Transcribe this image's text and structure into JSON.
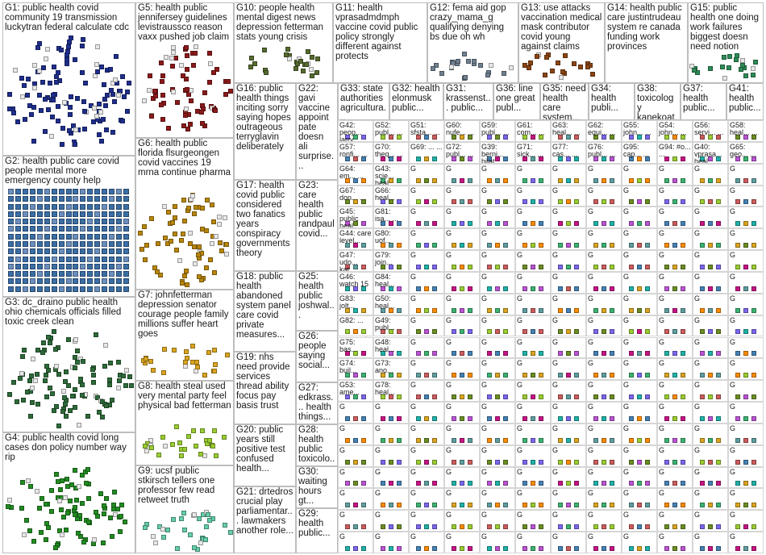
{
  "groups": [
    {
      "id": "G1",
      "text": "G1: public health covid community 19 transmission luckytran federal calculate cdc",
      "color": "#1f2f8c"
    },
    {
      "id": "G5",
      "text": "G5: health public jennifersey guidelines levistrausscо reason vaxx pushed job claim",
      "color": "#8b1a1a"
    },
    {
      "id": "G10",
      "text": "G10: people health mental digest news depression fetterman stats young crisis",
      "color": "#556b2f"
    },
    {
      "id": "G11",
      "text": "G11: health vprasadmdmph vaccine covid public policy strongly different against protects",
      "color": "#6a5acd"
    },
    {
      "id": "G12",
      "text": "G12: fema aid gop crazy_mama_g qualifying denying bs due oh wh",
      "color": "#708090"
    },
    {
      "id": "G13",
      "text": "G13: use attacks vaccination medical mask contributor covid young against claims",
      "color": "#8b4513"
    },
    {
      "id": "G14",
      "text": "G14: health public care justintrudeau system re canada funding work provinces",
      "color": "#4682b4"
    },
    {
      "id": "G15",
      "text": "G15: public health one doing work failures biggest doesn need notion",
      "color": "#2e8b57"
    },
    {
      "id": "G2",
      "text": "G2: health public care covid people mental more emergency county help",
      "color": "#3b6ea5"
    },
    {
      "id": "G6",
      "text": "G6: health public florida flsurgeongen covid vaccines 19 mrna continue pharma",
      "color": "#b8860b"
    },
    {
      "id": "G16",
      "text": "G16: public health things inciting sorry saying hopes outrageous terryglavin deliberately",
      "color": "#9acd32"
    },
    {
      "id": "G22",
      "text": "G22: gavi vaccine appoint pate doesn ali surprise...",
      "color": "#c0c0c0"
    },
    {
      "id": "G33",
      "text": "G33: state authorities agricultura...",
      "color": "#808080"
    },
    {
      "id": "G32",
      "text": "G32: health elonmusk public...",
      "color": "#999999"
    },
    {
      "id": "G31",
      "text": "G31: krassenst... public...",
      "color": "#a9a9a9"
    },
    {
      "id": "G36",
      "text": "G36: line one great publ...",
      "color": "#8fbc8f"
    },
    {
      "id": "G35",
      "text": "G35: need health care system...",
      "color": "#cd853f"
    },
    {
      "id": "G34",
      "text": "G34: health publi...",
      "color": "#b0c4de"
    },
    {
      "id": "G38",
      "text": "G38: toxicology kanekoat...",
      "color": "#bc8f8f"
    },
    {
      "id": "G37",
      "text": "G37: health public...",
      "color": "#deb887"
    },
    {
      "id": "G41",
      "text": "G41: health public...",
      "color": "#d2691e"
    },
    {
      "id": "G3",
      "text": "G3: dc_draino public health ohio chemicals officials filled toxic creek clean",
      "color": "#2e6b3a"
    },
    {
      "id": "G7",
      "text": "G7: johnfetterman depression senator courage people family millions suffer heart goes",
      "color": "#daa520"
    },
    {
      "id": "G17",
      "text": "G17: health covid public considered two fanatics years conspiracy governments theory",
      "color": "#9370db"
    },
    {
      "id": "G23",
      "text": "G23: care health public randpaul covid...",
      "color": "#a0a0a0"
    },
    {
      "id": "G18",
      "text": "G18: public health abandoned system panel care covid private measures...",
      "color": "#cd5c5c"
    },
    {
      "id": "G25",
      "text": "G25: health public joshwal...",
      "color": "#b0b0b0"
    },
    {
      "id": "G8",
      "text": "G8: health steal used very mental party feel physical bad fetterman",
      "color": "#9acd32"
    },
    {
      "id": "G19",
      "text": "G19: nhs need provide services thread ability focus pay basis trust",
      "color": "#ff7f50"
    },
    {
      "id": "G26",
      "text": "G26: people saying social...",
      "color": "#bdbdbd"
    },
    {
      "id": "G27",
      "text": "G27: edkrass... health things...",
      "color": "#c8c8c8"
    },
    {
      "id": "G4",
      "text": "G4: public health covid long cases don policy number way rip",
      "color": "#228b22"
    },
    {
      "id": "G20",
      "text": "G20: public years still positive test confused health...",
      "color": "#6495ed"
    },
    {
      "id": "G28",
      "text": "G28: health public toxicolo...",
      "color": "#b5b5b5"
    },
    {
      "id": "G9",
      "text": "G9: ucsf public stkirsch tellers one professor few read retweet truth",
      "color": "#66cdaa"
    },
    {
      "id": "G30",
      "text": "G30: waiting hours gt...",
      "color": "#aaaaaa"
    },
    {
      "id": "G21",
      "text": "G21: drtedros crucial play parliamentar... lawmakers another role...",
      "color": "#db7093"
    },
    {
      "id": "G29",
      "text": "G29: health public...",
      "color": "#999999"
    }
  ],
  "small_labels": [
    "G42: peop... larry...",
    "G52: publ... ...",
    "G51: sfsta... ...",
    "G60: nufe... ...",
    "G59: publ... ...",
    "G61: com... ...",
    "G63: heal... ...",
    "G62: equi... ...",
    "G55: john... ...",
    "G54: john... ...",
    "G56: servi... ...",
    "G58: heal... ...",
    "G57: ronfi... ...",
    "G70: theq... ...",
    "G69: ... ...",
    "G72: publ... ...",
    "G39: berni... bilat...",
    "G71: sick... ...",
    "G77: cas... ...",
    "G76: publ... ...",
    "G95: cap... ...",
    "G94: #o... ...",
    "G40: vprasa... heal...",
    "G65: geo... ...",
    "G64: em... ...",
    "G43: scie... heal...",
    "G67: don... ...",
    "G66: heal...",
    "G45: public heal...",
    "G81: isa... ...",
    "G44: care level...",
    "G80: uof...",
    "G47: udo... kat...",
    "G79: join...",
    "G46: watch 15",
    "G84: heal...",
    "G83: jolt...",
    "G50: heal...",
    "G82: ...",
    "G49: publ...",
    "G75: bas...",
    "G48: heal...",
    "G74: buil...",
    "G73: ano...",
    "G53: ame...",
    "G78: heal..."
  ]
}
